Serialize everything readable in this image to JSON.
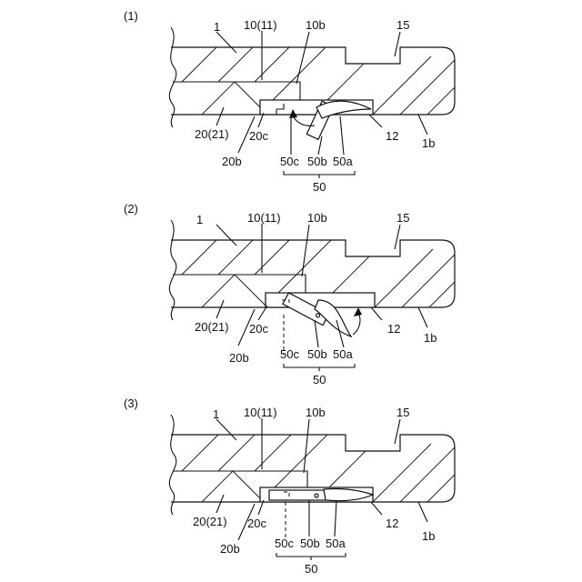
{
  "panels": [
    {
      "step": "(1)",
      "labels": {
        "p1": "1",
        "p10": "10(11)",
        "p10b": "10b",
        "p15": "15",
        "p20": "20(21)",
        "p20c": "20c",
        "p20b": "20b",
        "p50c": "50c",
        "p50b": "50b",
        "p50a": "50a",
        "p50": "50",
        "p12": "12",
        "p1b": "1b"
      }
    },
    {
      "step": "(2)",
      "labels": {
        "p1": "1",
        "p10": "10(11)",
        "p10b": "10b",
        "p15": "15",
        "p20": "20(21)",
        "p20c": "20c",
        "p20b": "20b",
        "p50c": "50c",
        "p50b": "50b",
        "p50a": "50a",
        "p50": "50",
        "p12": "12",
        "p1b": "1b"
      }
    },
    {
      "step": "(3)",
      "labels": {
        "p1": "1",
        "p10": "10(11)",
        "p10b": "10b",
        "p15": "15",
        "p20": "20(21)",
        "p20c": "20c",
        "p20b": "20b",
        "p50c": "50c",
        "p50b": "50b",
        "p50a": "50a",
        "p50": "50",
        "p12": "12",
        "p1b": "1b"
      }
    }
  ]
}
